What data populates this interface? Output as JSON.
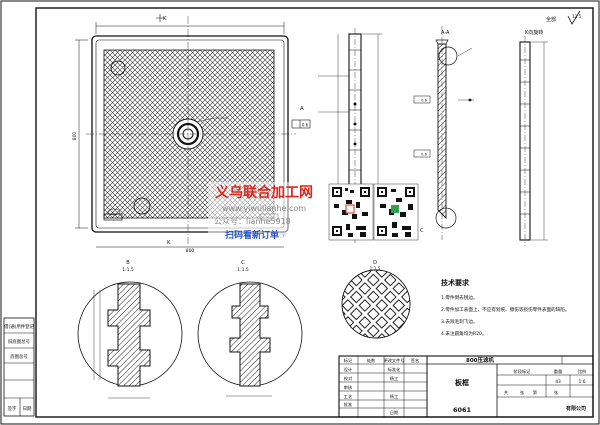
{
  "drawing": {
    "title": "800压滤机",
    "part_name": "板框",
    "material": "6061",
    "company": "有限公司",
    "scale": "1:6",
    "qty": "43"
  },
  "surface_finish": {
    "label": "全部",
    "value": "12.5"
  },
  "tech_requirements": {
    "title": "技术要求",
    "items": [
      "1.零件倒去锐边。",
      "2.零件加工表面上，不应有划痕、擦伤等损伤零件表面的缺陷。",
      "3.去除毛刺飞边。",
      "4.未注圆角均为R20。"
    ]
  },
  "views": {
    "section_aa": "A-A",
    "view_k": "K向旋转",
    "detail_b": "B",
    "detail_b_scale": "1:1.5",
    "detail_c": "C",
    "detail_c_scale": "1:1.5",
    "detail_d": "D",
    "detail_d_scale": "1:1.5",
    "mark_a": "A",
    "mark_k": "K",
    "mark_c": "C",
    "mark_b": "B",
    "dim_width": "800",
    "dim_height": "800",
    "gdt_flat": "0.6",
    "gdt_par": "0.6"
  },
  "title_block": {
    "left_col": [
      "标记",
      "处数",
      "分区",
      "更改文件号",
      "签名",
      "年月日"
    ],
    "rows": [
      "设计",
      "校对",
      "审核",
      "工艺",
      "批准"
    ],
    "rows_right": [
      "标准化",
      "",
      "日期",
      "",
      ""
    ],
    "sign_engineer": "杨工",
    "stage_headers": [
      "阶段标记",
      "重量",
      "比例"
    ],
    "sheet_headers": [
      "共",
      "张",
      "第",
      "张"
    ]
  },
  "side_panel": [
    "借(通)用件登记",
    "旧底图总号",
    "底图总号",
    "签字",
    "日期"
  ],
  "watermark": {
    "line1": "义乌联合加工网",
    "line2": "www.yiwulianhe.com",
    "line3": "公众号：lianhe5918",
    "line4": "扫码看新订单☞"
  }
}
